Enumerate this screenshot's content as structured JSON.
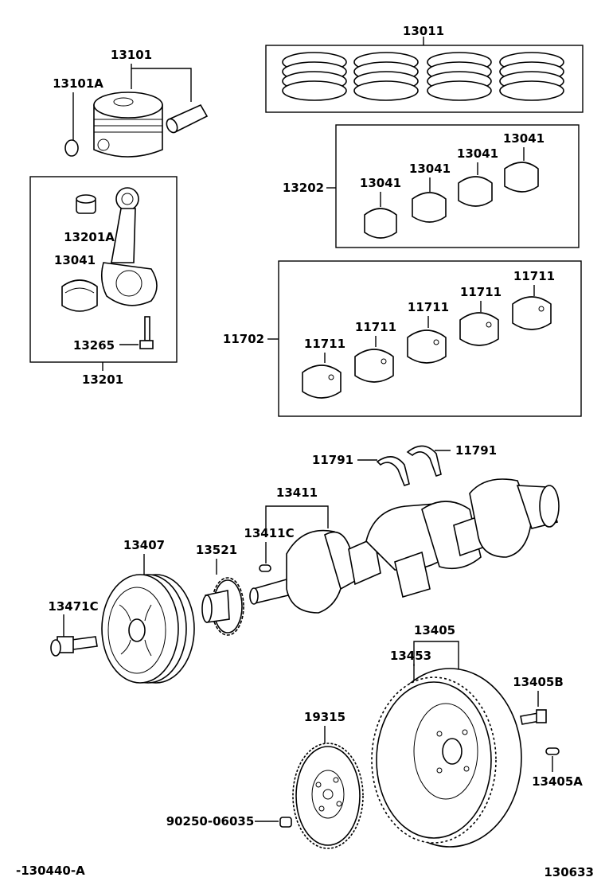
{
  "labels": {
    "l13011": "13011",
    "l13101": "13101",
    "l13101A": "13101A",
    "l13202": "13202",
    "l13041_1": "13041",
    "l13041_2": "13041",
    "l13041_3": "13041",
    "l13041_4": "13041",
    "l13201A": "13201A",
    "l13041_rod": "13041",
    "l13265": "13265",
    "l13201": "13201",
    "l11702": "11702",
    "l11711_1": "11711",
    "l11711_2": "11711",
    "l11711_3": "11711",
    "l11711_4": "11711",
    "l11711_5": "11711",
    "l11791_1": "11791",
    "l11791_2": "11791",
    "l13411": "13411",
    "l13411C": "13411C",
    "l13407": "13407",
    "l13521": "13521",
    "l13471C": "13471C",
    "l13405": "13405",
    "l13453": "13453",
    "l13405B": "13405B",
    "l19315": "19315",
    "l13405A": "13405A",
    "l90250": "90250-06035",
    "footer_left": "-130440-A",
    "footer_right": "130633"
  },
  "icons": [
    "piston-ring-set",
    "piston",
    "piston-pin",
    "snap-ring",
    "connecting-rod",
    "rod-bearing",
    "rod-bolt",
    "main-bearing",
    "thrust-washer",
    "crankshaft",
    "woodruff-key",
    "crankshaft-pulley",
    "timing-gear",
    "pulley-bolt",
    "flywheel",
    "ring-gear",
    "drive-plate",
    "flywheel-bolt",
    "knock-pin",
    "plug"
  ]
}
